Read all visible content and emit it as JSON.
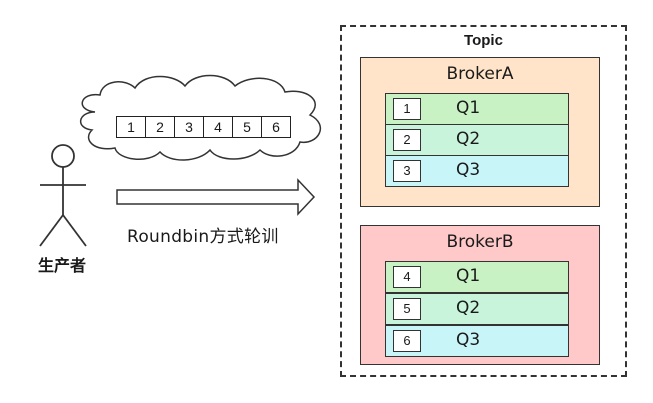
{
  "producer": {
    "label": "生产者",
    "icon": "stick-figure"
  },
  "messages": [
    "1",
    "2",
    "3",
    "4",
    "5",
    "6"
  ],
  "dispatch": {
    "label": "Roundbin方式轮训"
  },
  "topic": {
    "title": "Topic",
    "brokers": [
      {
        "name": "BrokerA",
        "color": "#ffe4c9",
        "queues": [
          {
            "num": "1",
            "label": "Q1",
            "color": "#c9f2c4"
          },
          {
            "num": "2",
            "label": "Q2",
            "color": "#c8f4dc"
          },
          {
            "num": "3",
            "label": "Q3",
            "color": "#c7f5f8"
          }
        ]
      },
      {
        "name": "BrokerB",
        "color": "#ffc9c9",
        "queues": [
          {
            "num": "4",
            "label": "Q1",
            "color": "#c9f2c4"
          },
          {
            "num": "5",
            "label": "Q2",
            "color": "#c8f4dc"
          },
          {
            "num": "6",
            "label": "Q3",
            "color": "#c7f5f8"
          }
        ]
      }
    ]
  }
}
